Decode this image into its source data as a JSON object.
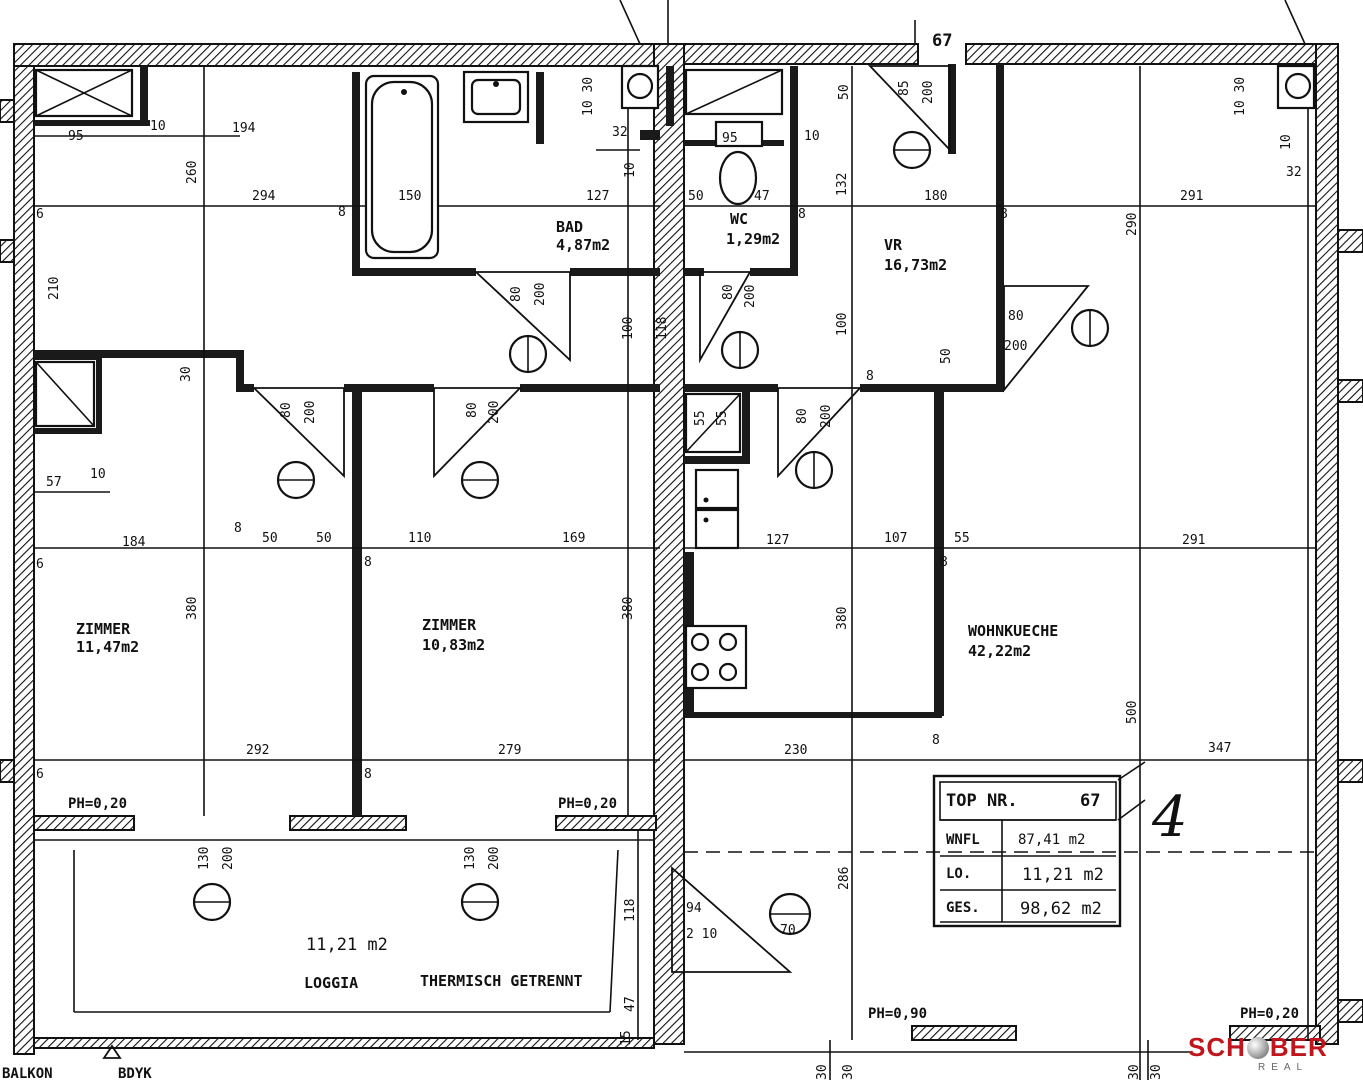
{
  "rooms": {
    "bad": {
      "name": "BAD",
      "area": "4,87m2"
    },
    "wc": {
      "name": "WC",
      "area": "1,29m2"
    },
    "vr": {
      "name": "VR",
      "area": "16,73m2"
    },
    "zimmer1": {
      "name": "ZIMMER",
      "area": "11,47m2"
    },
    "zimmer2": {
      "name": "ZIMMER",
      "area": "10,83m2"
    },
    "wohnkueche": {
      "name": "WOHNKUECHE",
      "area": "42,22m2"
    },
    "loggia": {
      "area": "11,21 m2",
      "name": "LOGGIA",
      "note": "THERMISCH GETRENNT"
    }
  },
  "summary": {
    "top_label": "TOP NR.",
    "top_number": "67",
    "rows": [
      {
        "label": "WNFL",
        "value": "87,41 m2"
      },
      {
        "label": "LO.",
        "value": "11,21 m2"
      },
      {
        "label": "GES.",
        "value": "98,62 m2"
      }
    ],
    "handwritten": "4"
  },
  "top_number_mark": "67",
  "ph_labels": {
    "ph1": "PH=0,20",
    "ph2": "PH=0,20",
    "ph3": "PH=0,90",
    "ph4": "PH=0,20"
  },
  "bottom_labels": {
    "balkon": "BALKON",
    "bdyk": "BDYK"
  },
  "dimensions": {
    "d95a": "95",
    "d10a": "10",
    "d194": "194",
    "d260": "260",
    "d294": "294",
    "d8a": "8",
    "d150": "150",
    "d127": "127",
    "d210": "210",
    "d30a": "30",
    "d57": "57",
    "d10b": "10",
    "d184": "184",
    "d8b": "8",
    "d50a": "50",
    "d50b": "50",
    "d110": "110",
    "d169": "169",
    "d380a": "380",
    "d380b": "380",
    "d292": "292",
    "d279": "279",
    "d8080a": "80",
    "d200a": "200",
    "d8080b": "80",
    "d200b": "200",
    "d8080c": "80",
    "d200c": "200",
    "d100a": "100",
    "d118": "118",
    "d95b": "95",
    "d47": "47",
    "d10c": "10",
    "d50c": "50",
    "d132": "132",
    "d180": "180",
    "d85": "85",
    "d200d": "200",
    "d8080d": "80",
    "d200e": "200",
    "d100b": "100",
    "d55": "55",
    "d5555": "55",
    "d8080e": "80",
    "d200f": "200",
    "d8080f": "80",
    "d200g": "200",
    "d50d": "50",
    "d291a": "291",
    "d291b": "291",
    "d290": "290",
    "d127b": "127",
    "d107": "107",
    "d55b": "55",
    "d380c": "380",
    "d230": "230",
    "d8c": "8",
    "d500": "500",
    "d347": "347",
    "d286": "286",
    "d94": "94",
    "d210b": "2 10",
    "d70": "70",
    "d130a": "130",
    "d200h": "200",
    "d130b": "130",
    "d200i": "200",
    "d118b": "118",
    "d47b": "47",
    "d15": "15",
    "d1030a": "10 30",
    "d1030b": "10 30",
    "d32a": "32",
    "d32b": "32",
    "d10d": "10",
    "d10e": "10",
    "d30b": "30",
    "d30c": "30",
    "d30d": "30",
    "d30e": "30",
    "d50e": "50",
    "d6a": "6",
    "d6b": "6",
    "d6c": "6",
    "d8d": "8",
    "d8e": "8",
    "d8f": "8",
    "d8g": "8",
    "d8h": "8",
    "d8i": "8"
  },
  "logo": {
    "text_a": "SCH",
    "text_b": "BER",
    "sub": "REAL"
  }
}
